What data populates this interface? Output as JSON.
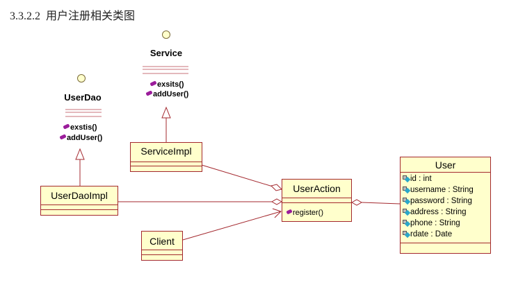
{
  "section": {
    "number": "3.3.2.2",
    "title": "用户注册相关类图"
  },
  "interfaces": {
    "service": {
      "name": "Service",
      "operations": [
        "exsits()",
        "addUser()"
      ]
    },
    "userdao": {
      "name": "UserDao",
      "operations": [
        "exstis()",
        "addUser()"
      ]
    }
  },
  "classes": {
    "serviceimpl": {
      "name": "ServiceImpl"
    },
    "userdaoimpl": {
      "name": "UserDaoImpl"
    },
    "useraction": {
      "name": "UserAction",
      "operations": [
        "register()"
      ]
    },
    "client": {
      "name": "Client"
    },
    "user": {
      "name": "User",
      "attributes": [
        "id : int",
        "username : String",
        "password : String",
        "address : String",
        "phone : String",
        "rdate : Date"
      ]
    }
  },
  "colors": {
    "border": "#a3272d",
    "fill": "#ffffcc",
    "interface_circle": "#ffffcc",
    "operation_icon": "#9b1d9b",
    "attribute_icon": "#2aa7c9"
  }
}
